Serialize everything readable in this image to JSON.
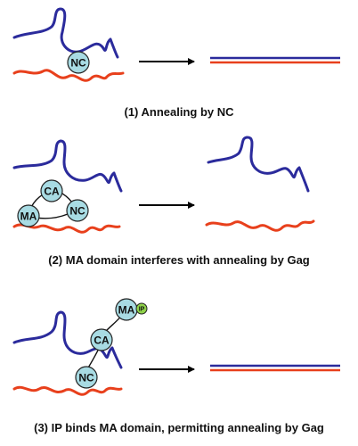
{
  "colors": {
    "blue_strand": "#2b2b9c",
    "red_strand": "#e8401c",
    "node_fill": "#a8dbe3",
    "node_stroke": "#222222",
    "ip_fill": "#8fd24a",
    "arrow": "#000000"
  },
  "panel1": {
    "caption": "(1) Annealing by NC",
    "nc_label": "NC"
  },
  "panel2": {
    "caption": "(2) MA domain interferes with annealing by Gag",
    "ca_label": "CA",
    "ma_label": "MA",
    "nc_label": "NC"
  },
  "panel3": {
    "caption": "(3) IP binds MA domain, permitting annealing by Gag",
    "ma_label": "MA",
    "ip_label": "IP",
    "ca_label": "CA",
    "nc_label": "NC"
  }
}
